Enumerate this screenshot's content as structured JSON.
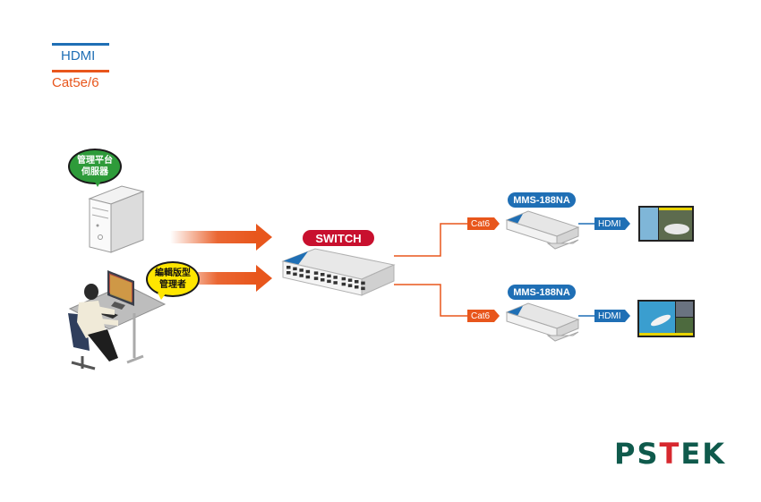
{
  "legend": {
    "items": [
      {
        "label": "HDMI",
        "color": "#1f6fb5"
      },
      {
        "label": "Cat5e/6",
        "color": "#e8561c"
      }
    ]
  },
  "nodes": {
    "server": {
      "bubble_line1": "管理平台",
      "bubble_line2": "伺服器",
      "bubble_color": "#2e9b3a"
    },
    "operator": {
      "bubble_line1": "編輯版型",
      "bubble_line2": "管理者",
      "bubble_color": "#ffe600"
    },
    "switch": {
      "label": "SWITCH",
      "color": "#c8102e"
    },
    "players": [
      {
        "label": "MMS-188NA",
        "input_tag": "Cat6",
        "output_tag": "HDMI"
      },
      {
        "label": "MMS-188NA",
        "input_tag": "Cat6",
        "output_tag": "HDMI"
      }
    ]
  },
  "colors": {
    "hdmi": "#1f6fb5",
    "cat": "#e8561c",
    "arrow": "#e8561c"
  },
  "brand": {
    "logo_parts": [
      "PS",
      "T",
      "EK"
    ],
    "logo_color": "#0f5a4c",
    "accent_color": "#d7282f"
  }
}
